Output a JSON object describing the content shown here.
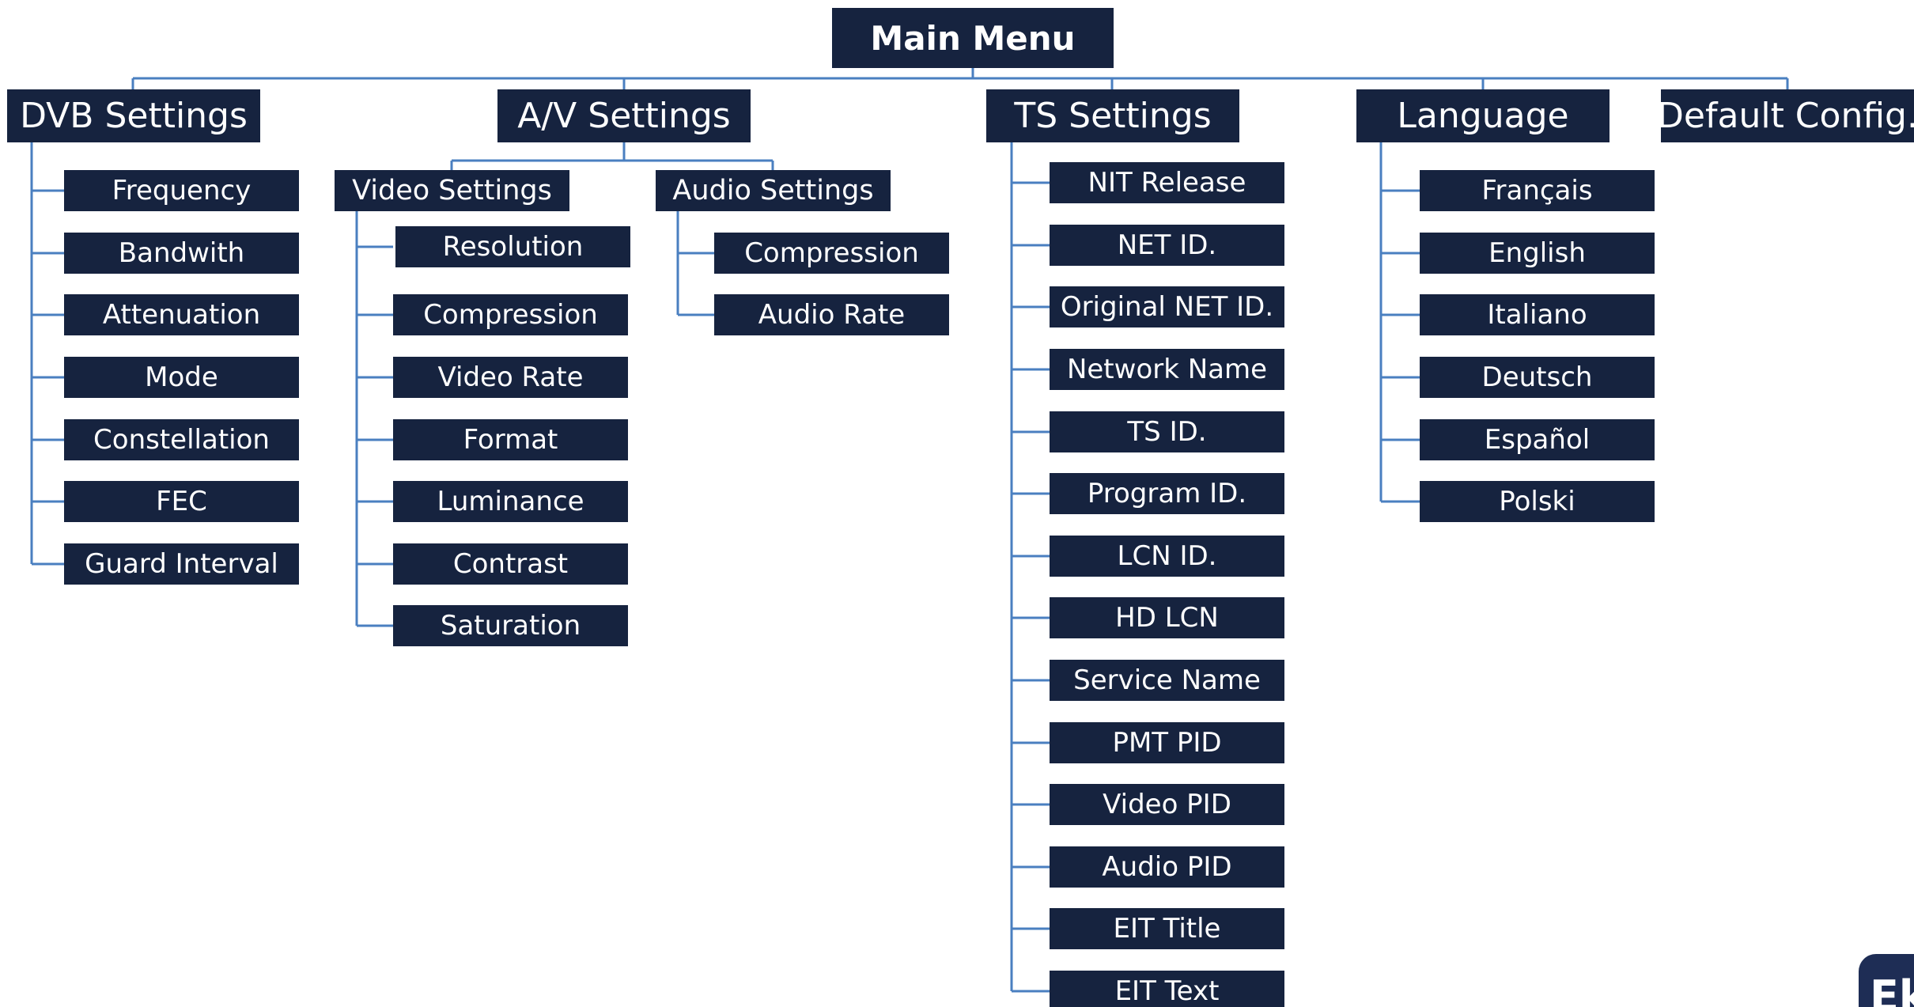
{
  "diagram": {
    "root": "Main Menu",
    "branches": [
      {
        "label": "DVB Settings",
        "children": [
          "Frequency",
          "Bandwith",
          "Attenuation",
          "Mode",
          "Constellation",
          "FEC",
          "Guard Interval"
        ]
      },
      {
        "label": "A/V Settings",
        "subgroups": [
          {
            "label": "Video Settings",
            "children": [
              "Resolution",
              "Compression",
              "Video Rate",
              "Format",
              "Luminance",
              "Contrast",
              "Saturation"
            ]
          },
          {
            "label": "Audio Settings",
            "children": [
              "Compression",
              "Audio Rate"
            ]
          }
        ]
      },
      {
        "label": "TS Settings",
        "children": [
          "NIT Release",
          "NET ID.",
          "Original NET ID.",
          "Network Name",
          "TS ID.",
          "Program ID.",
          "LCN ID.",
          "HD LCN",
          "Service Name",
          "PMT PID",
          "Video PID",
          "Audio PID",
          "EIT Title",
          "EIT Text"
        ]
      },
      {
        "label": "Language",
        "children": [
          "Français",
          "English",
          "Italiano",
          "Deutsch",
          "Español",
          "Polski"
        ]
      },
      {
        "label": "Default Config.",
        "children": []
      }
    ]
  },
  "colors": {
    "box": "#16233f",
    "text": "#ffffff",
    "connector": "#4a7fc0"
  },
  "corner_badge": "Ek"
}
